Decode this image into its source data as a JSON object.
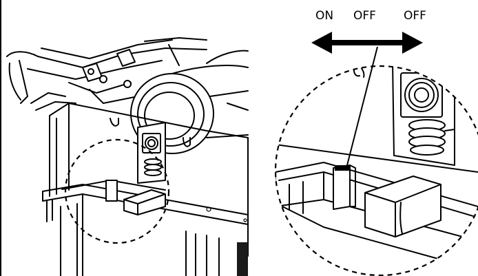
{
  "switch_labels": {
    "on": "ON",
    "off_1": "OFF",
    "off_2": "OFF"
  },
  "colors": {
    "line": "#000000",
    "background": "#ffffff",
    "dark_block": "#1a1a1a"
  },
  "icons": {
    "arrow": "double-headed-arrow"
  }
}
